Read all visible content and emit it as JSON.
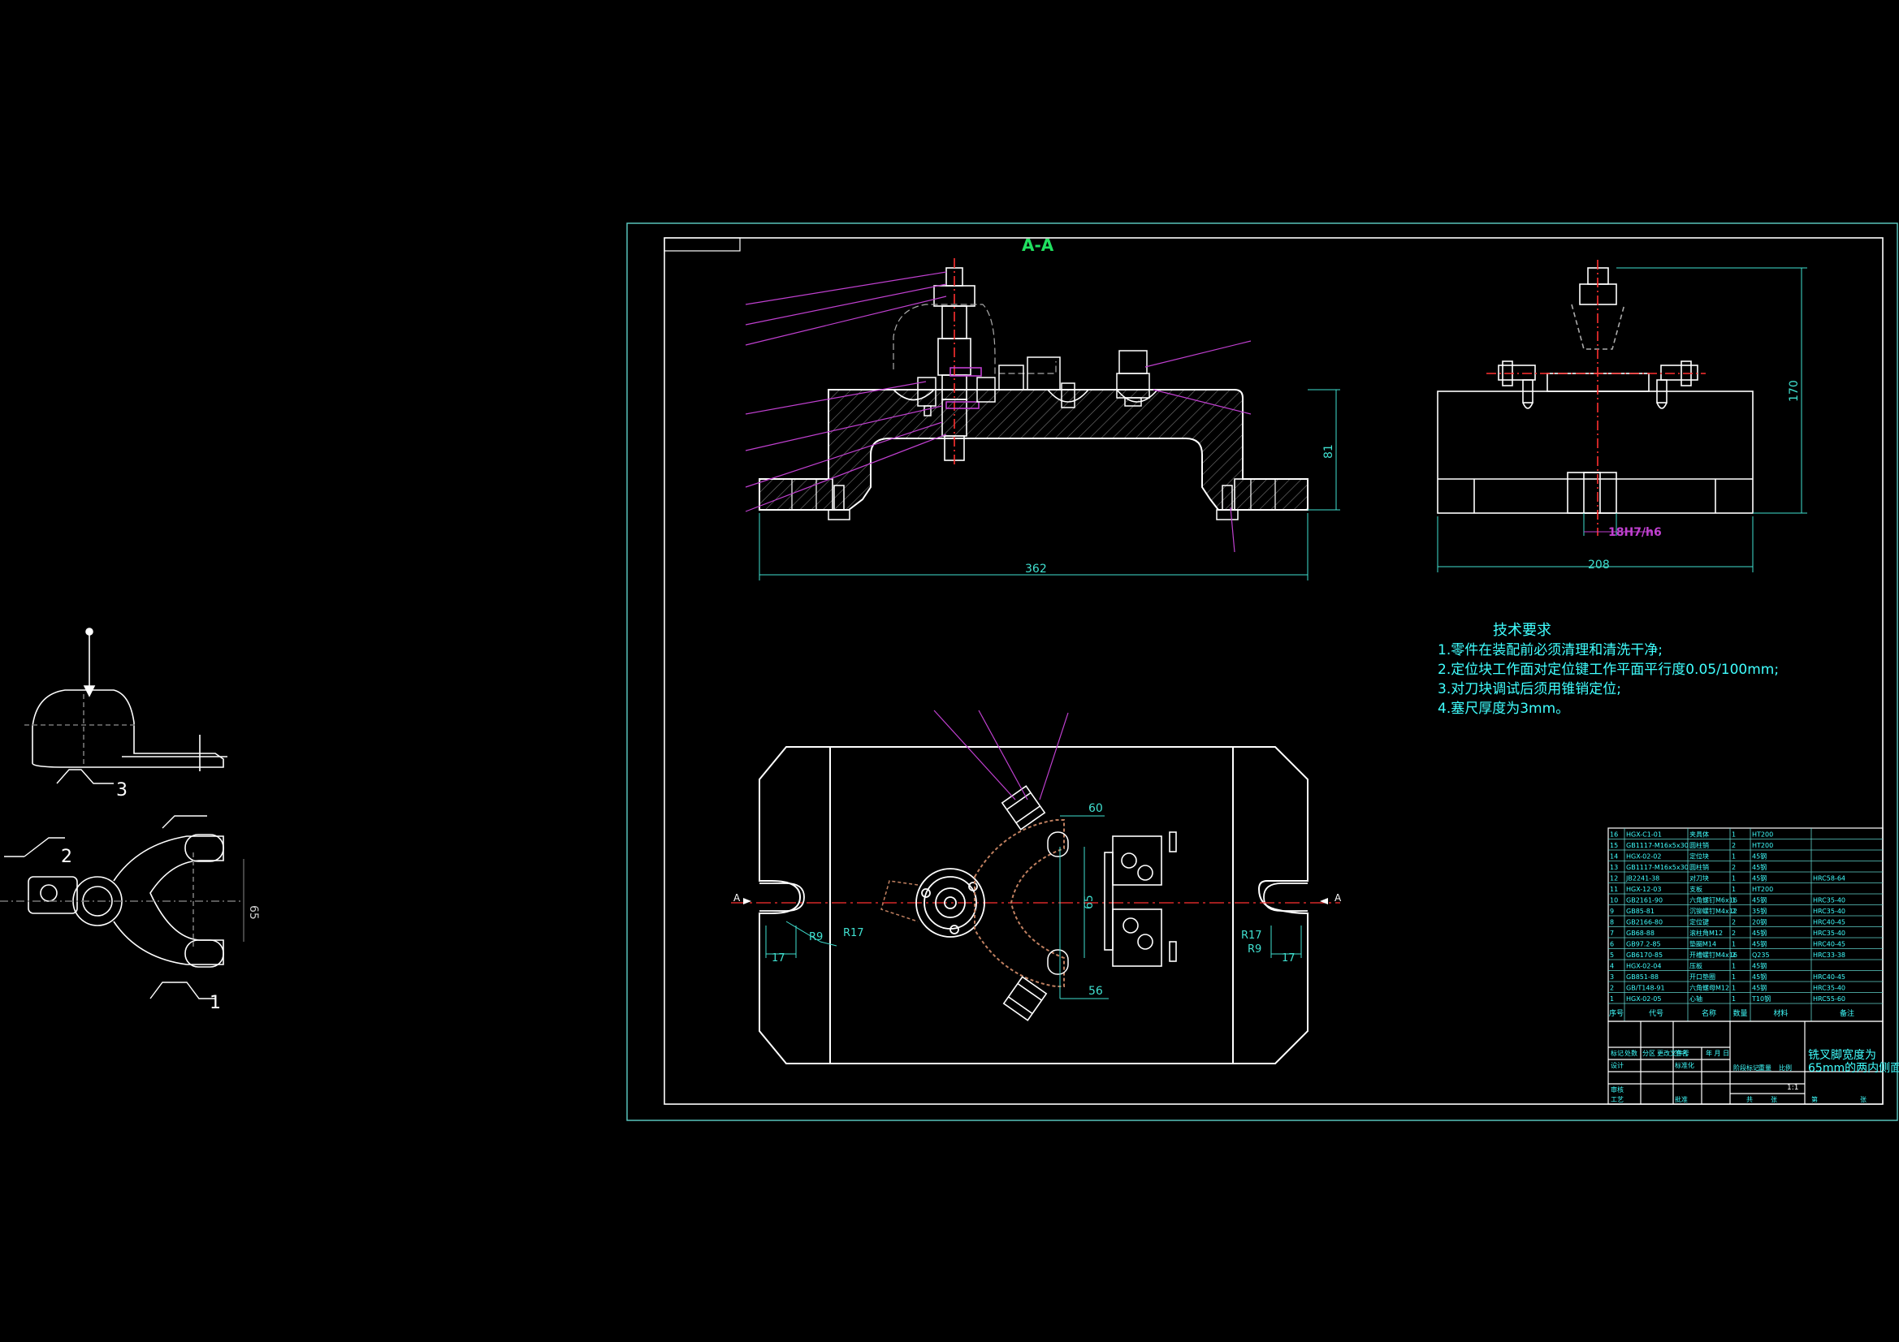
{
  "colors": {
    "background": "#000000",
    "outline": "#ffffff",
    "frame": "#5fd0c8",
    "dimension": "#40e0d0",
    "leader": "#c040d0",
    "centerline": "#ff3030",
    "section_title": "#20e060",
    "text": "#40ffff",
    "title_block_text": "#ffffff"
  },
  "workpiece_views": {
    "callouts": [
      "3",
      "2",
      "1"
    ],
    "width_dim": "65"
  },
  "section_view": {
    "title": "A-A",
    "width_dim": "362",
    "height_dim": "81"
  },
  "side_view": {
    "width_dim": "208",
    "height_dim": "170",
    "fit_label": "18H7/h6"
  },
  "plan_view": {
    "section_marks": [
      "A",
      "A"
    ],
    "radius_left_outer": "R17",
    "radius_left_inner": "R9",
    "radius_right_outer": "R17",
    "radius_right_inner": "R9",
    "slot_dim_left": "17",
    "slot_dim_right": "17",
    "dim_top": "60",
    "dim_bottom": "56",
    "dim_vertical": "65"
  },
  "tech_requirements": {
    "heading": "技术要求",
    "items": [
      "1.零件在装配前必须清理和清洗干净;",
      "2.定位块工作面对定位键工作平面平行度0.05/100mm;",
      "3.对刀块调试后须用锥销定位;",
      "4.塞尺厚度为3mm。"
    ]
  },
  "bom": {
    "rows": [
      {
        "no": "16",
        "code": "HGX-C1-01",
        "name": "夹具体",
        "qty": "1",
        "material": "HT200",
        "note": ""
      },
      {
        "no": "15",
        "code": "GB1117-M16x5x30",
        "name": "圆柱销",
        "qty": "2",
        "material": "HT200",
        "note": ""
      },
      {
        "no": "14",
        "code": "HGX-02-02",
        "name": "定位块",
        "qty": "1",
        "material": "45钢",
        "note": ""
      },
      {
        "no": "13",
        "code": "GB1117-M16x5x30",
        "name": "圆柱销",
        "qty": "2",
        "material": "45钢",
        "note": ""
      },
      {
        "no": "12",
        "code": "JB2241-38",
        "name": "对刀块",
        "qty": "1",
        "material": "45钢",
        "note": "HRC58-64"
      },
      {
        "no": "11",
        "code": "HGX-12-03",
        "name": "支板",
        "qty": "1",
        "material": "HT200",
        "note": ""
      },
      {
        "no": "10",
        "code": "GB2161-90",
        "name": "六角螺钉M6x16",
        "qty": "1",
        "material": "45钢",
        "note": "HRC35-40"
      },
      {
        "no": "9",
        "code": "GB85-81",
        "name": "沉铆螺钉M4x12",
        "qty": "2",
        "material": "35钢",
        "note": "HRC35-40"
      },
      {
        "no": "8",
        "code": "GB2166-80",
        "name": "定位键",
        "qty": "2",
        "material": "20钢",
        "note": "HRC40-45"
      },
      {
        "no": "7",
        "code": "GB68-88",
        "name": "滚柱角M12",
        "qty": "2",
        "material": "45钢",
        "note": "HRC35-40"
      },
      {
        "no": "6",
        "code": "GB97.2-85",
        "name": "垫圈M14",
        "qty": "1",
        "material": "45钢",
        "note": "HRC40-45"
      },
      {
        "no": "5",
        "code": "GB6170-85",
        "name": "开槽螺钉M4x16",
        "qty": "2",
        "material": "Q235",
        "note": "HRC33-38"
      },
      {
        "no": "4",
        "code": "HGX-02-04",
        "name": "压板",
        "qty": "1",
        "material": "45钢",
        "note": ""
      },
      {
        "no": "3",
        "code": "GB851-88",
        "name": "开口垫圈",
        "qty": "1",
        "material": "45钢",
        "note": "HRC40-45"
      },
      {
        "no": "2",
        "code": "GB/T148-91",
        "name": "六角螺母M12",
        "qty": "1",
        "material": "45钢",
        "note": "HRC35-40"
      },
      {
        "no": "1",
        "code": "HGX-02-05",
        "name": "心轴",
        "qty": "1",
        "material": "T10钢",
        "note": "HRC55-60"
      }
    ],
    "header": {
      "no": "序号",
      "code": "代号",
      "name": "名称",
      "qty": "数量",
      "material": "材料",
      "note": "备注"
    }
  },
  "title_block": {
    "title_line1": "铣叉脚宽度为",
    "title_line2": "65mm的两内侧面",
    "labels": [
      "标记",
      "处数",
      "分区",
      "更改文件号",
      "签名",
      "年 月 日",
      "设计",
      "标准化",
      "审核",
      "工艺",
      "批准",
      "阶段标记",
      "重量",
      "比例",
      "共",
      "张",
      "第",
      "张"
    ],
    "scale": "1:1"
  }
}
